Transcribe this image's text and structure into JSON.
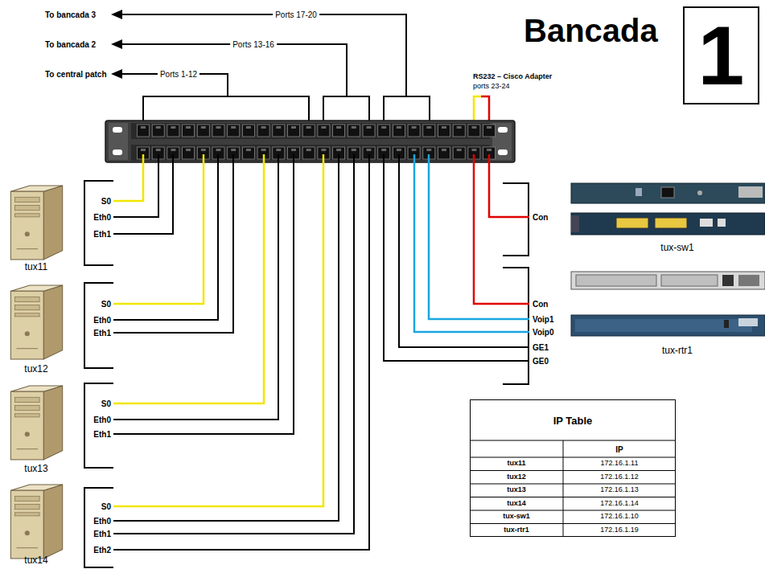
{
  "diagram": {
    "nodes": [
      {
        "text": [
          "Bancada",
          "1"
        ]
      },
      {
        "text": [
          "IP Table"
        ]
      }
    ],
    "labels": [
      "To bancada 3",
      "Ports 17-20",
      "To bancada 2",
      "Ports 13-16",
      "To central patch",
      "Ports 1-12",
      "RS232 – Cisco Adapter",
      "ports 23-24",
      "S0",
      "Eth0",
      "Eth1",
      "tux11",
      "S0",
      "Eth0",
      "Eth1",
      "tux12",
      "S0",
      "Eth0",
      "Eth1",
      "tux13",
      "S0",
      "Eth0",
      "Eth1",
      "Eth2",
      "tux14",
      "Con",
      "tux-sw1",
      "Con",
      "Voip1",
      "Voip0",
      "GE1",
      "GE0",
      "tux-rtr1",
      "IP",
      "tux11",
      "172.16.1.11",
      "tux12",
      "172.16.1.12",
      "tux13",
      "172.16.1.13",
      "tux14",
      "172.16.1.14",
      "tux-sw1",
      "172.16.1.10",
      "tux-rtr1",
      "172.16.1.19"
    ]
  }
}
